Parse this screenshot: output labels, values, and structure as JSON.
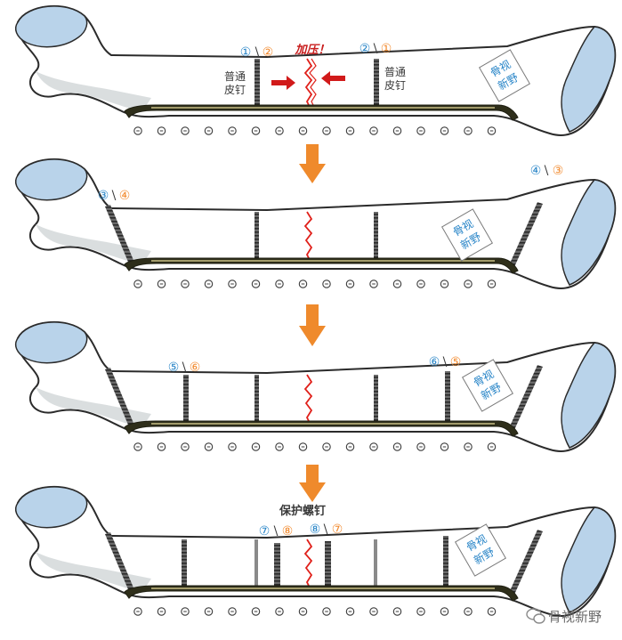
{
  "panels": [
    {
      "labels": [
        {
          "blue": "①",
          "orange": "②",
          "order": "bo"
        },
        {
          "blue": "②",
          "orange": "①",
          "order": "bo"
        }
      ],
      "compression_label": "加压！",
      "screw_notes": [
        [
          "普通",
          "皮钉"
        ],
        [
          "普通",
          "皮钉"
        ]
      ],
      "stamp": [
        "骨视",
        "新野"
      ]
    },
    {
      "labels": [
        {
          "blue": "③",
          "orange": "④",
          "order": "bo"
        },
        {
          "blue": "④",
          "orange": "③",
          "order": "bo"
        }
      ],
      "stamp": [
        "骨视",
        "新野"
      ]
    },
    {
      "labels": [
        {
          "blue": "⑤",
          "orange": "⑥",
          "order": "bo"
        },
        {
          "blue": "⑥",
          "orange": "⑤",
          "order": "bo"
        }
      ],
      "stamp": [
        "骨视",
        "新野"
      ]
    },
    {
      "caption": "保护螺钉",
      "labels": [
        {
          "blue": "⑦",
          "orange": "⑧",
          "order": "bo"
        },
        {
          "blue": "⑧",
          "orange": "⑦",
          "order": "bo"
        }
      ],
      "stamp": [
        "骨视",
        "新野"
      ]
    }
  ],
  "watermark": "骨视新野",
  "colors": {
    "bone_fill": "#ffffff",
    "bone_stroke": "#2b2b2b",
    "bone_shade": "#cfd3d6",
    "cartilage": "#b9d3ea",
    "plate": "#2e2e1a",
    "plate_inner": "#c9bf86",
    "screw": "#555555",
    "fracture": "#e0201a",
    "arrow_down": "#ef8a2c",
    "compression_arrow": "#d11a1a",
    "label_blue": "#2a86c8",
    "label_orange": "#f28a2e"
  }
}
